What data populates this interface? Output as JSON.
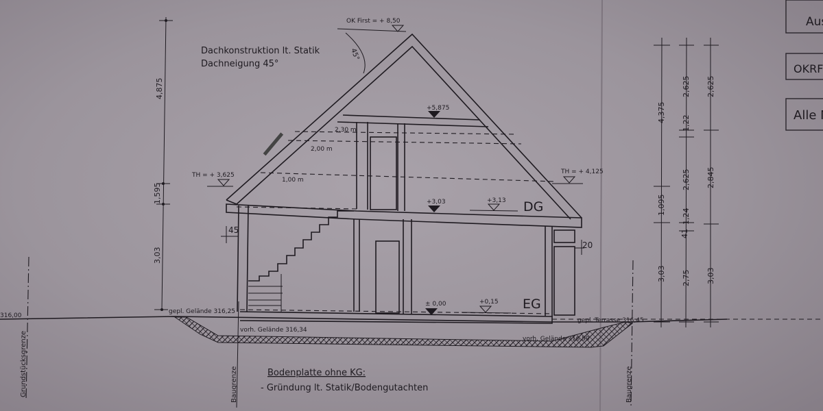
{
  "notes": {
    "roof_line1": "Dachkonstruktion lt. Statik",
    "roof_line2": "Dachneigung 45°",
    "foundation_title": "Bodenplatte ohne KG:",
    "foundation_detail": "- Gründung lt. Statik/Bodengutachten"
  },
  "levels": {
    "ridge": "OK First = + 8,50",
    "angle": "45°",
    "collar": "+5,875",
    "eaves_left": "TH = + 3,625",
    "eaves_right": "TH = + 4,125",
    "dg_raw": "+3,03",
    "dg_finished": "+3,13",
    "eg_raw": "± 0,00",
    "eg_finished": "+0,15",
    "floor_dg": "DG",
    "floor_eg": "EG"
  },
  "heights": {
    "h230": "2,30 m",
    "h200": "2,00 m",
    "h100": "1,00 m"
  },
  "terrain": {
    "left_edge": "316,00",
    "planned_left": "gepl. Gelände 316,25",
    "existing_left": "vorh. Gelände 316,34",
    "existing_right": "vorh. Gelände 316,59",
    "planned_terrace": "gepl. Terrasse 316,45",
    "property_line": "Grundstücksgrenze",
    "building_line_left": "Baugrenze",
    "building_line_right": "Baugrenze"
  },
  "dimensions_left": [
    "4,875",
    "1,595",
    "3,03",
    "45"
  ],
  "dimension_right_small": "20",
  "dimensions_right": {
    "col1": [
      "4,375",
      "1,095",
      "3,03"
    ],
    "col2": [
      "2,625",
      "1,22",
      "2,625",
      "1,24",
      "41",
      "2,75"
    ],
    "col3": [
      "2,625",
      "2,845",
      "3,03"
    ]
  },
  "legend_boxes": [
    "Aus",
    "OKRF",
    "Alle M"
  ]
}
